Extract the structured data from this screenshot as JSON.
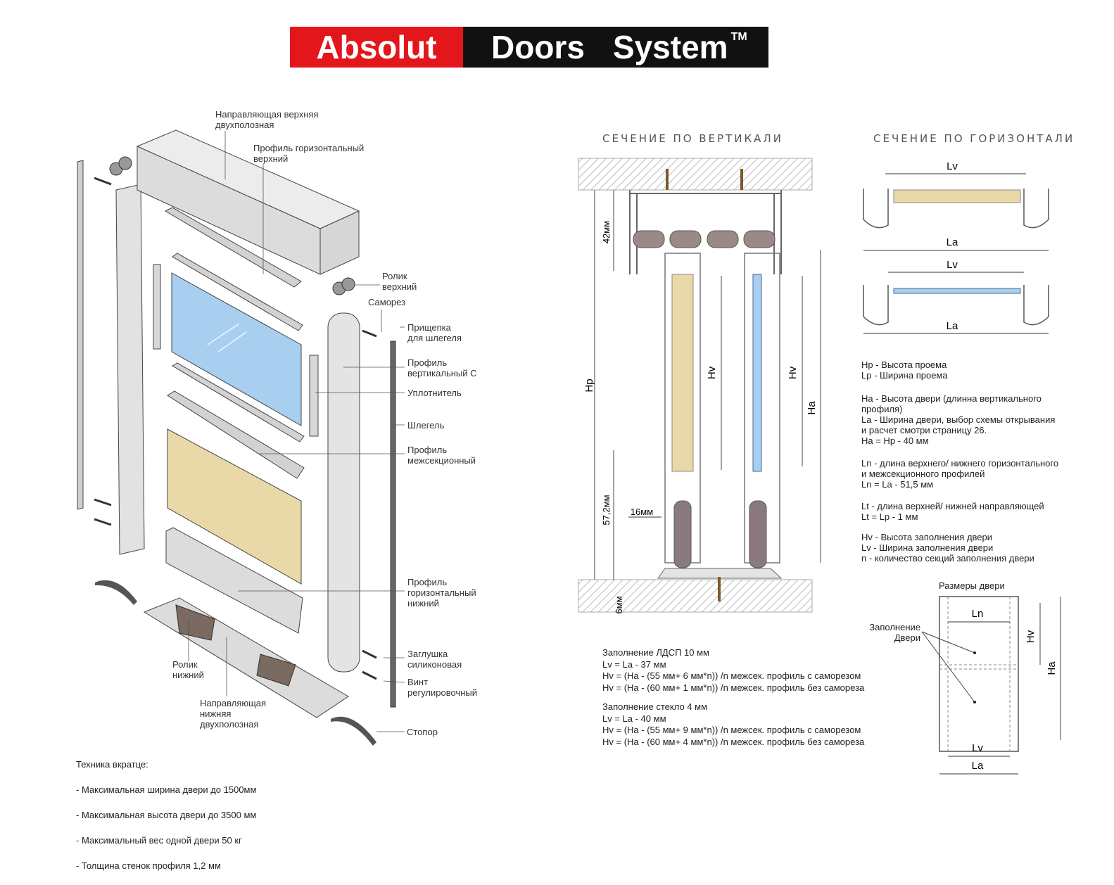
{
  "logo": {
    "part1": "Absolut",
    "part2": "Doors",
    "part3": "System",
    "tm": "TM"
  },
  "exploded_labels": {
    "top_guide": "Направляющая верхняя\nдвухполозная",
    "top_profile": "Профиль горизонтальный\nверхний",
    "top_roller": "Ролик\nверхний",
    "screw": "Саморез",
    "clip": "Прищепка\nдля шлегеля",
    "vertical_c": "Профиль\nвертикальный С",
    "seal": "Уплотнитель",
    "brush": "Шлегель",
    "mid_profile": "Профиль\nмежсекционный",
    "bottom_profile": "Профиль\nгоризонтальный\nнижний",
    "plug": "Заглушка\nсиликоновая",
    "adj_screw": "Винт\nрегулировочный",
    "bottom_roller": "Ролик\nнижний",
    "bottom_guide": "Направляющая\nнижняя\nдвухполозная",
    "stopper": "Стопор"
  },
  "tech": {
    "title": "Техника вкратце:",
    "items": [
      "- Максимальная ширина двери до 1500мм",
      "- Максимальная высота двери до 3500 мм",
      "- Максимальный вес одной двери 50 кг",
      "- Толщина стенок профиля 1,2 мм"
    ]
  },
  "vertical_section": {
    "title": "СЕЧЕНИЕ ПО ВЕРТИКАЛИ",
    "dim_42": "42мм",
    "dim_57": "57,2мм",
    "dim_16": "16мм",
    "dim_6": "6мм",
    "hp": "Hp",
    "hv1": "Hv",
    "hv2": "Hv",
    "ha": "Ha"
  },
  "horizontal_section": {
    "title": "СЕЧЕНИЕ ПО ГОРИЗОНТАЛИ",
    "lv1": "Lv",
    "la1": "La",
    "lv2": "Lv",
    "la2": "La"
  },
  "legend": [
    "Hp - Высота проема\nLp - Ширина проема",
    "Ha - Высота двери (длинна вертикального\nпрофиля)\nLa - Ширина двери, выбор схемы открывания\nи расчет смотри страницу 26.\nHa = Hp - 40 мм",
    "Ln - длина верхнего/ нижнего горизонтального\nи межсекционного профилей\nLn = La - 51,5 мм",
    "Lt - длина верхней/ нижней направляющей\nLt = Lp - 1 мм",
    "Hv - Высота заполнения двери\nLv - Ширина заполнения двери\nn -  количество секций заполнения двери"
  ],
  "formulas": [
    "Заполнение ЛДСП 10 мм\nLv = La - 37 мм\nHv = (Ha - (55 мм+ 6 мм*n)) /n межсек. профиль с саморезом\nHv = (Ha - (60 мм+ 1 мм*n)) /n межсек. профиль без самореза",
    "Заполнение стекло 4 мм\nLv = La - 40 мм\nHv = (Ha - (55 мм+ 9 мм*n)) /n межсек. профиль с саморезом\nHv = (Ha - (60 мм+ 4 мм*n)) /n межсек. профиль без самореза"
  ],
  "door_dims": {
    "title": "Размеры двери",
    "fill_label": "Заполнение\nДвери",
    "ln": "Ln",
    "hv": "Hv",
    "ha": "Ha",
    "lv": "Lv",
    "la": "La"
  },
  "colors": {
    "logo_red": "#e3161b",
    "logo_black": "#111111",
    "glass": "#a9cff0",
    "chipboard": "#ead9a8",
    "metal": "#d8d8d8"
  }
}
